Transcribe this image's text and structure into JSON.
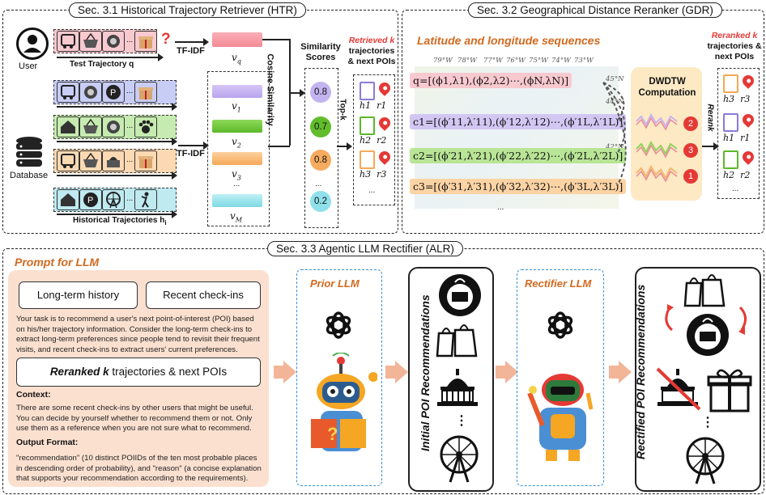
{
  "htr": {
    "title": "Sec. 3.1 Historical Trajectory Retriever (HTR)",
    "user": "User",
    "database": "Database",
    "test_traj": "Test Trajectory q",
    "hist_traj": "Historical Trajectories h",
    "hist_sub": "i",
    "qmark": "?",
    "tfidf": "TF-IDF",
    "v_q": "v",
    "v_q_sub": "q",
    "vectors": [
      {
        "name": "v",
        "sub": "1"
      },
      {
        "name": "v",
        "sub": "2"
      },
      {
        "name": "v",
        "sub": "3"
      },
      {
        "name": "v",
        "sub": "M"
      }
    ],
    "dots": "...",
    "cosine": "Cosine Similarity",
    "sim_label": "Similarity Scores",
    "scores": [
      "0.8",
      "0.7",
      "0.8",
      "...",
      "0.2"
    ],
    "topk": "Top-k",
    "retrieved_label_a": "Retrieved k",
    "retrieved_label_b": "trajectories & next POIs",
    "retrieved": [
      {
        "h": "h1",
        "r": "r1"
      },
      {
        "h": "h2",
        "r": "r2"
      },
      {
        "h": "h3",
        "r": "r3"
      }
    ],
    "more": "..."
  },
  "gdr": {
    "title": "Sec. 3.2 Geographical Distance Reranker (GDR)",
    "seq_title": "Latitude and longitude sequences",
    "longitudes": [
      "79°W",
      "78°W",
      "77°W",
      "76°W",
      "75°W",
      "74°W",
      "73°W"
    ],
    "latitudes": [
      "45°N",
      "44°N",
      "43°N",
      "42°N"
    ],
    "seqs": [
      "q=[(ϕ1,λ1),(ϕ2,λ2)⋯,(ϕN,λN)]",
      "c1=[(ϕ′11,λ′11),(ϕ′12,λ′12)⋯,(ϕ′1L,λ′1L)]",
      "c2=[(ϕ′21,λ′21),(ϕ′22,λ′22)⋯,(ϕ′2L,λ′2L)]",
      "c3=[(ϕ′31,λ′31),(ϕ′32,λ′32)⋯,(ϕ′3L,λ′3L)]"
    ],
    "more": "...",
    "dwdtw": "DWDTW Computation",
    "ranks": [
      "2",
      "3",
      "1"
    ],
    "rerank": "Rerank",
    "reranked_label_a": "Reranked k",
    "reranked_label_b": "trajectories & next POIs",
    "reranked": [
      {
        "h": "h3",
        "r": "r3"
      },
      {
        "h": "h1",
        "r": "r1"
      },
      {
        "h": "h2",
        "r": "r2"
      }
    ]
  },
  "alr": {
    "title": "Sec. 3.3 Agentic LLM Rectifier (ALR)",
    "prompt_title": "Prompt for LLM",
    "long_term": "Long-term history",
    "recent": "Recent check-ins",
    "task": "Your task is to recommend a user's next point-of-interest (POI) based on his/her trajectory information. Consider the long-term check-ins to extract long-term preferences since people tend to revisit their frequent visits, and recent check-ins to extract users' current preferences.",
    "reranked_box_a": "Reranked k",
    "reranked_box_b": " trajectories & next POIs",
    "context_h": "Context:",
    "context": "There are some recent check-ins by other users that might be useful. You can decide by yourself whether to recommend them or not.  Only use them as a reference when you are not sure what to recommend.",
    "output_h": "Output Format:",
    "output": "\"recommendation\" (10 distinct POIIDs of the ten most probable places in descending order of probability), and \"reason\" (a concise explanation that supports your recommendation according to the requirements).",
    "prior_llm": "Prior LLM",
    "initial": "Initial POI Recommendations",
    "rectifier_llm": "Rectifier LLM",
    "rectified": "Rectified POI Recommendations",
    "vdots": "⋮"
  },
  "colors": {
    "orange": "#d2691e",
    "red": "#e53935",
    "blue_dash": "#3a8fd8",
    "prompt_bg": "#fbe0d0",
    "dwdtw_bg": "#fde9c4",
    "arrow": "#f2b597"
  }
}
